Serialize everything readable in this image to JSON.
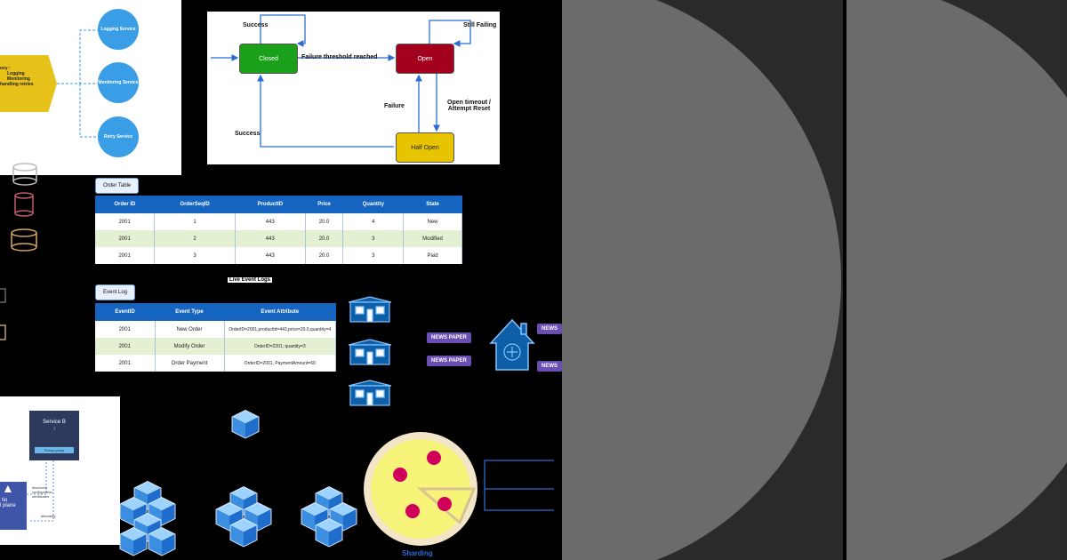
{
  "retry_panel": {
    "box_lines": [
      "oxy :",
      "Logging",
      "Monitoring",
      "handling retries"
    ],
    "services": [
      "Logging Service",
      "Monitoring Service",
      "Retry Service"
    ]
  },
  "circuit_breaker": {
    "states": {
      "closed": "Closed",
      "open": "Open",
      "half_open": "Half Open"
    },
    "labels": {
      "success_top": "Success",
      "threshold": "Failure threshold reached",
      "still_failing": "Still Failing",
      "failure": "Failure",
      "open_timeout_1": "Open timeout /",
      "open_timeout_2": "Attempt Reset",
      "success_bottom": "Success"
    }
  },
  "order_table": {
    "tab": "Order Table",
    "headers": [
      "Order ID",
      "OrderSeqID",
      "ProductID",
      "Price",
      "Quantity",
      "State"
    ],
    "rows": [
      [
        "2001",
        "1",
        "443",
        "20.0",
        "4",
        "New"
      ],
      [
        "2001",
        "2",
        "443",
        "20.0",
        "3",
        "Modified"
      ],
      [
        "2001",
        "3",
        "443",
        "20.0",
        "3",
        "Paid"
      ]
    ]
  },
  "event_log": {
    "tab": "Event Log",
    "title": "Live Event Logs",
    "headers": [
      "EventID",
      "Event Type",
      "Event Attribute"
    ],
    "rows": [
      [
        "2001",
        "New Order",
        "OrderID=2001,productId=443,price=20.0,quantity=4"
      ],
      [
        "2001",
        "Modify Order",
        "OrderID=2201, quantity=3"
      ],
      [
        "2001",
        "Order Payment",
        "OrderID=2001, PaymentAmount=60"
      ]
    ]
  },
  "pubsub": {
    "news_labels": [
      "NEWS PAPER",
      "NEWS PAPER"
    ],
    "news_cut": [
      "NEWS",
      "NEWS"
    ]
  },
  "service_mesh": {
    "service_b": "Service B",
    "proxy": "Envoy proxy",
    "discovery": [
      "discovery",
      "configuration",
      "certificates"
    ],
    "telemetry": "telemetry",
    "control_1": "tio",
    "control_2": "l plane"
  },
  "sharding": {
    "label": "Sharding"
  },
  "colors": {
    "accent_blue": "#1565c0",
    "green_state": "#1aa01a",
    "red_state": "#a3001e",
    "yellow_state": "#e8c400",
    "pizza": "#f8f47a",
    "pepperoni": "#d0005a",
    "arc_gray": "#6b6b6b"
  }
}
